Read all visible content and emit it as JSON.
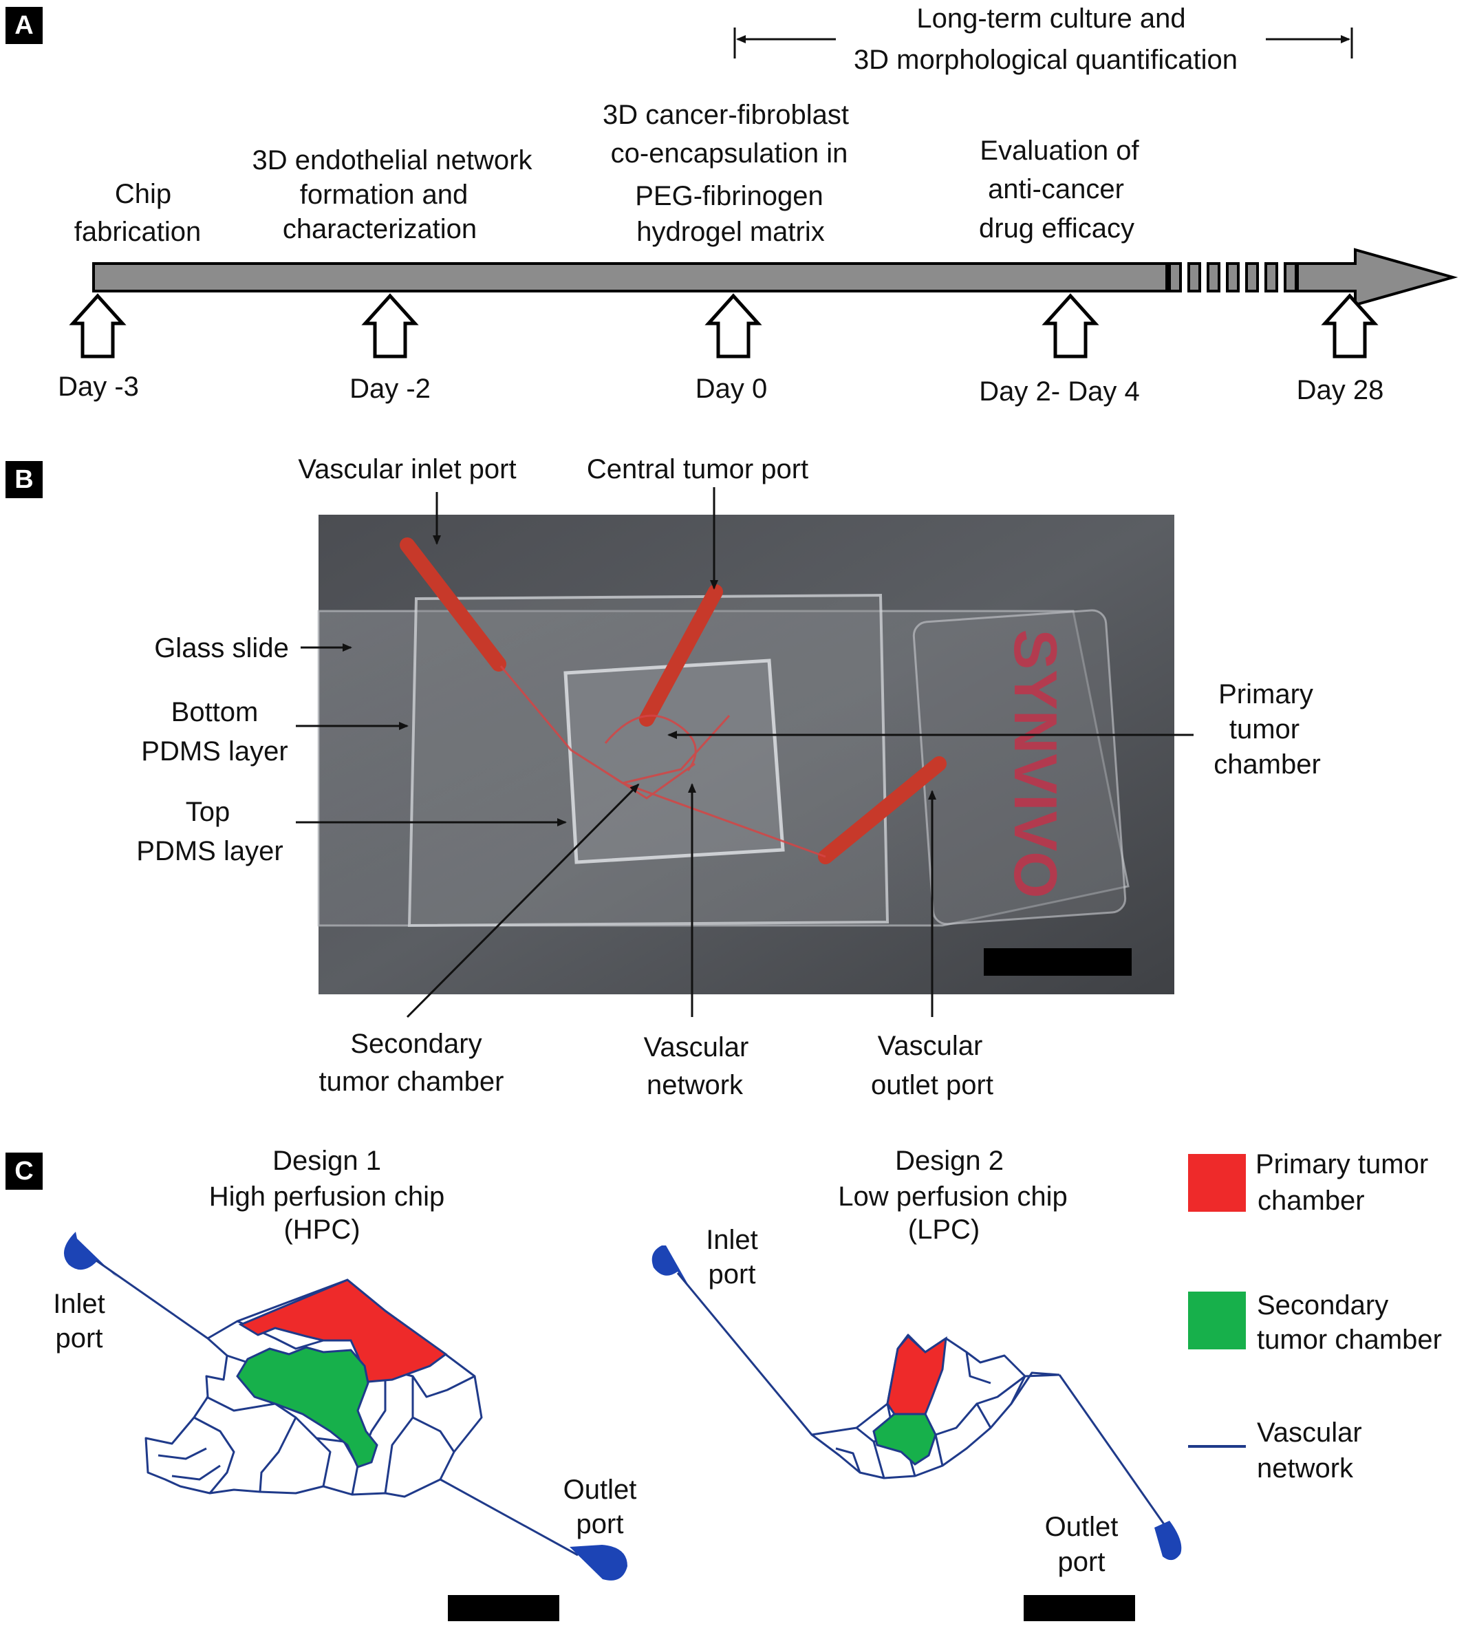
{
  "panels": {
    "a": "A",
    "b": "B",
    "c": "C"
  },
  "timeline": {
    "range_label_line1": "Long-term culture and",
    "range_label_line2": "3D morphological quantification",
    "steps": [
      {
        "above": [
          "Chip",
          "fabrication"
        ],
        "day": "Day -3"
      },
      {
        "above": [
          "3D endothelial network",
          "formation and",
          "characterization"
        ],
        "day": "Day -2"
      },
      {
        "above": [
          "3D cancer-fibroblast",
          "co-encapsulation in",
          "PEG-fibrinogen",
          "hydrogel matrix"
        ],
        "day": "Day 0"
      },
      {
        "above": [
          "Evaluation of",
          "anti-cancer",
          "drug efficacy"
        ],
        "day": "Day 2- Day 4"
      },
      {
        "above": [],
        "day": "Day 28"
      }
    ]
  },
  "photo": {
    "logo_text": "SYNVIVO",
    "labels": {
      "vascular_inlet_port": "Vascular inlet port",
      "central_tumor_port": "Central tumor port",
      "glass_slide": "Glass slide",
      "bottom_pdms": [
        "Bottom",
        "PDMS layer"
      ],
      "top_pdms": [
        "Top",
        "PDMS layer"
      ],
      "primary_tumor": [
        "Primary",
        "tumor",
        "chamber"
      ],
      "secondary_tumor": [
        "Secondary",
        "tumor chamber"
      ],
      "vascular_network": [
        "Vascular",
        "network"
      ],
      "vascular_outlet": [
        "Vascular",
        "outlet port"
      ]
    }
  },
  "designs": {
    "d1": {
      "title": [
        "Design 1",
        "High perfusion chip",
        "(HPC)"
      ],
      "inlet": [
        "Inlet",
        "port"
      ],
      "outlet": [
        "Outlet",
        "port"
      ]
    },
    "d2": {
      "title": [
        "Design 2",
        "Low perfusion chip",
        "(LPC)"
      ],
      "inlet": [
        "Inlet",
        "port"
      ],
      "outlet": [
        "Outlet",
        "port"
      ]
    }
  },
  "legend": {
    "items": [
      {
        "label": [
          "Primary tumor",
          "chamber"
        ],
        "color": "#ee2a2a"
      },
      {
        "label": [
          "Secondary",
          "tumor chamber"
        ],
        "color": "#17b04b"
      },
      {
        "label": [
          "Vascular",
          "network"
        ],
        "color": "#1f3a8a"
      }
    ]
  }
}
